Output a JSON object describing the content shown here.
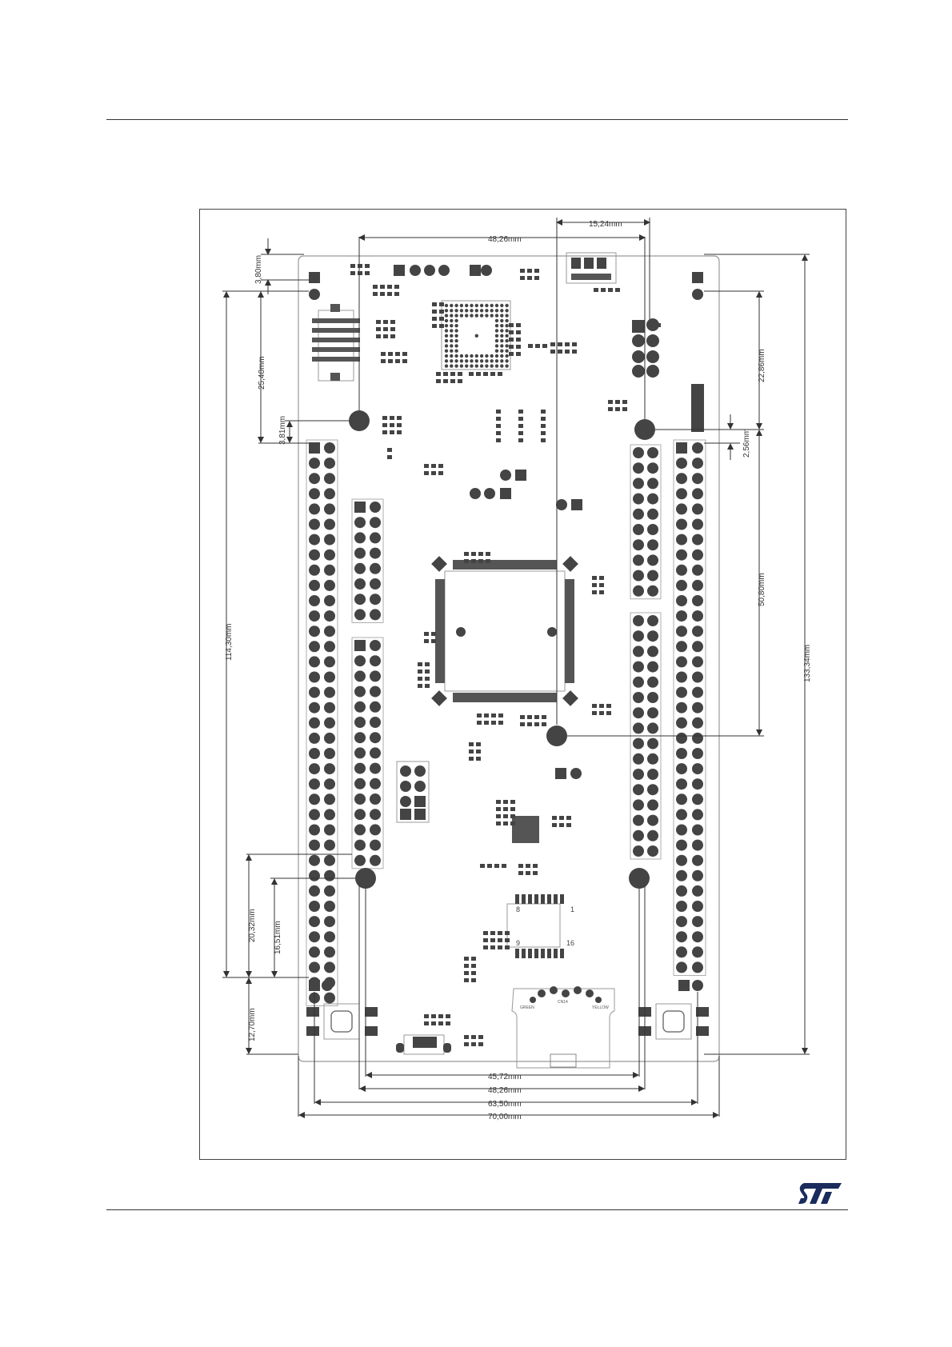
{
  "dimensions": {
    "top_hole_spacing": "48,26mm",
    "top_header_offset": "15,24mm",
    "top_edge_offset": "3,80mm",
    "left_hole_to_header": "25,40mm",
    "header_offset_small": "3,81mm",
    "header_length": "114,30mm",
    "bottom_hole_offset": "20,32mm",
    "bottom_hole_offset_small": "16,51mm",
    "bottom_edge_offset": "12,70mm",
    "right_top_hole": "22,86mm",
    "right_pin_offset": "2,56mm",
    "right_mid_spacing": "50,80mm",
    "board_height": "133,34mm",
    "bottom_hole_spacing": "45,72mm",
    "bottom_spacing_2": "48,26mm",
    "header_outer_spacing": "63,50mm",
    "board_width": "70,00mm"
  },
  "board": {
    "connector_pin_8": "8",
    "connector_pin_1": "1",
    "connector_pin_9": "9",
    "connector_pin_16": "16",
    "led_green": "GREEN",
    "led_yellow": "YELLOW",
    "connector_cn14": "CN14"
  },
  "colors": {
    "pad": "#444444",
    "outline": "#999999",
    "dimension_line": "#333333"
  },
  "logo": "st-logo"
}
